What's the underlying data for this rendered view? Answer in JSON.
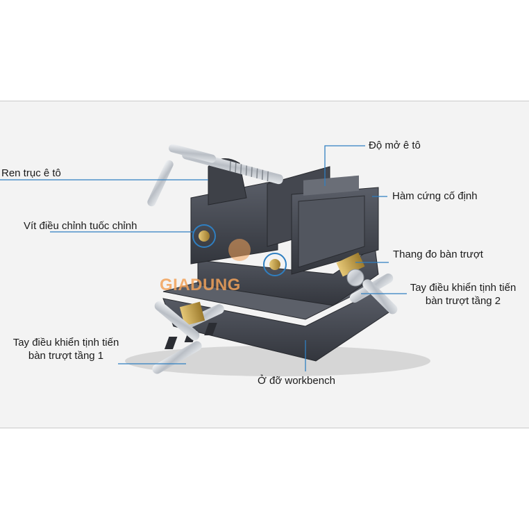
{
  "labels": {
    "do_mo_e_to": "Độ mở ê tô",
    "ren_truc_e_to": "Ren trục ê tô",
    "ham_cung_co_dinh": "Hàm cứng cố định",
    "vit_dieu_chinh": "Vít điều chỉnh tuốc chỉnh",
    "thang_do_ban_truot": "Thang đo bàn trượt",
    "tay_dieu_khien_2_line1": "Tay điều khiển tịnh tiến",
    "tay_dieu_khien_2_line2": "bàn trượt tầng 2",
    "tay_dieu_khien_1_line1": "Tay điều khiển tịnh tiến",
    "tay_dieu_khien_1_line2": "bàn trượt tầng 1",
    "o_do_workbench": "Ở đỡ workbench"
  },
  "watermark": "GIADUNG",
  "colors": {
    "leader_line": "#2f7fc1",
    "vise_body": "#4a4d55",
    "handle_metal": "#c8ccd2",
    "brass": "#c9a24a",
    "watermark": "#f2a25a"
  }
}
